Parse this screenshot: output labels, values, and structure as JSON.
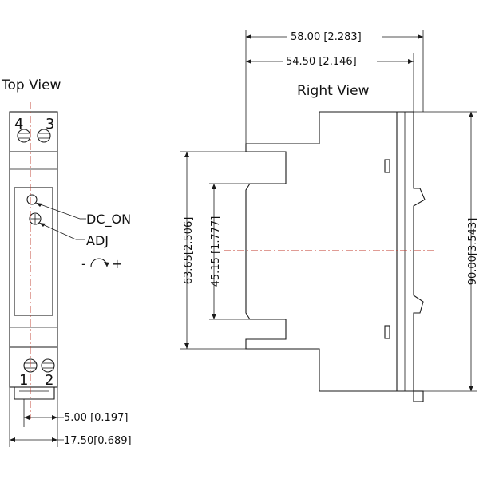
{
  "views": {
    "top": {
      "title": "Top View",
      "terminals": [
        "4",
        "3",
        "1",
        "2"
      ],
      "callouts": {
        "dc_on": "DC_ON",
        "adj": "ADJ",
        "adj_symbol_minus": "-",
        "adj_symbol_plus": "+"
      },
      "dims": {
        "pin_offset": "5.00 [0.197]",
        "width": "17.50[0.689]"
      }
    },
    "right": {
      "title": "Right View",
      "dims": {
        "depth_total": "58.00 [2.283]",
        "depth_body": "54.50 [2.146]",
        "height_mid": "63.65[2.506]",
        "height_inner": "45.15 [1.777]",
        "height_total": "90.00[3.543]"
      }
    }
  },
  "colors": {
    "outline": "#1a1a1a",
    "centerline": "#c0392b"
  }
}
